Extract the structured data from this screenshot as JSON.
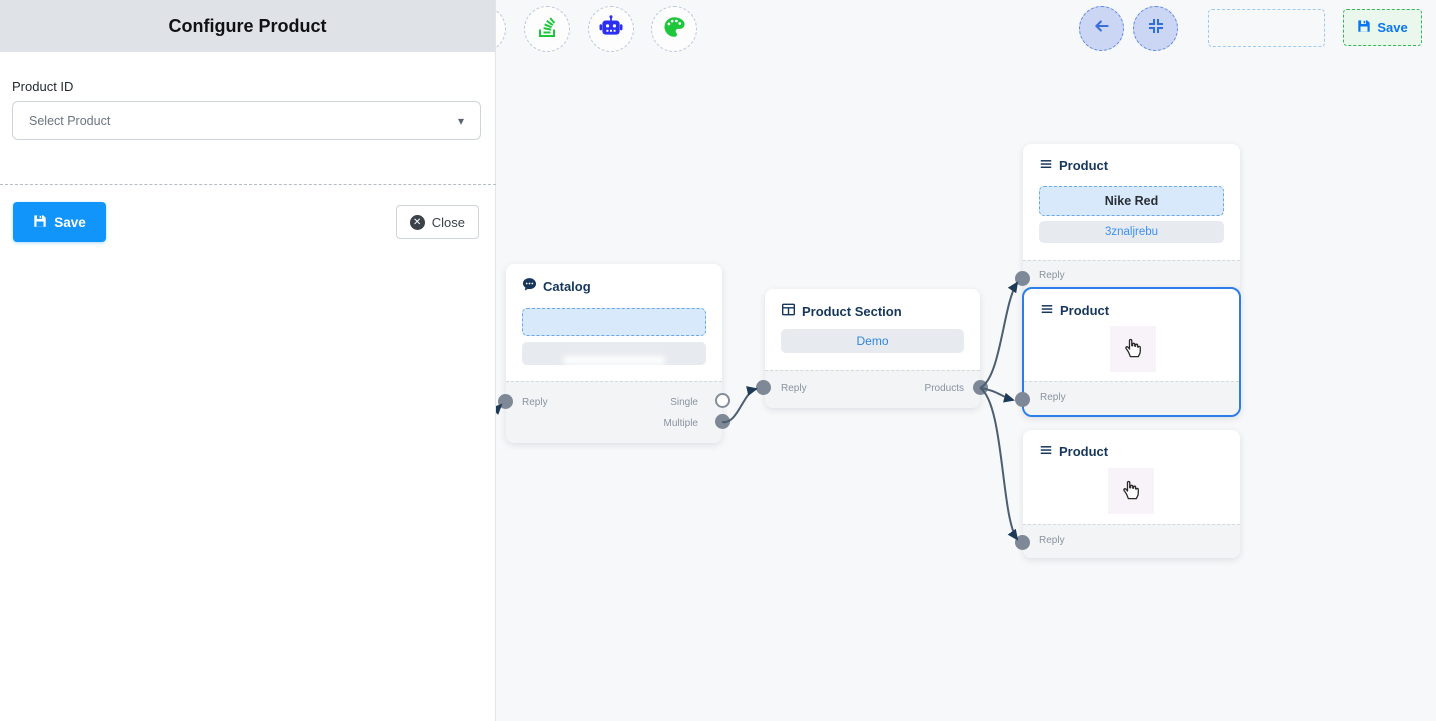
{
  "panel": {
    "title": "Configure Product",
    "product_id_label": "Product ID",
    "select_placeholder": "Select Product",
    "save_label": "Save",
    "close_label": "Close"
  },
  "toolbar": {
    "icons": [
      "stack-icon",
      "robot-icon",
      "palette-icon"
    ]
  },
  "topbar": {
    "save_label": "Save"
  },
  "nodes": {
    "catalog": {
      "title": "Catalog",
      "reply_label": "Reply",
      "single_label": "Single",
      "multiple_label": "Multiple"
    },
    "product_section": {
      "title": "Product Section",
      "button_label": "Demo",
      "reply_label": "Reply",
      "products_label": "Products"
    },
    "product1": {
      "title": "Product",
      "field1": "Nike Red",
      "field2": "3znaljrebu",
      "reply_label": "Reply"
    },
    "product2": {
      "title": "Product",
      "reply_label": "Reply"
    },
    "product3": {
      "title": "Product",
      "reply_label": "Reply"
    }
  },
  "colors": {
    "accent_blue": "#1195fb",
    "top_save_green": "#35b558",
    "edge": "#4d5e72",
    "arrow": "#1d3a57",
    "selected_border": "#2b7de9",
    "icon_green": "#1ec63b",
    "robot_blue": "#2b2ff2",
    "node_title": "#17365c"
  }
}
